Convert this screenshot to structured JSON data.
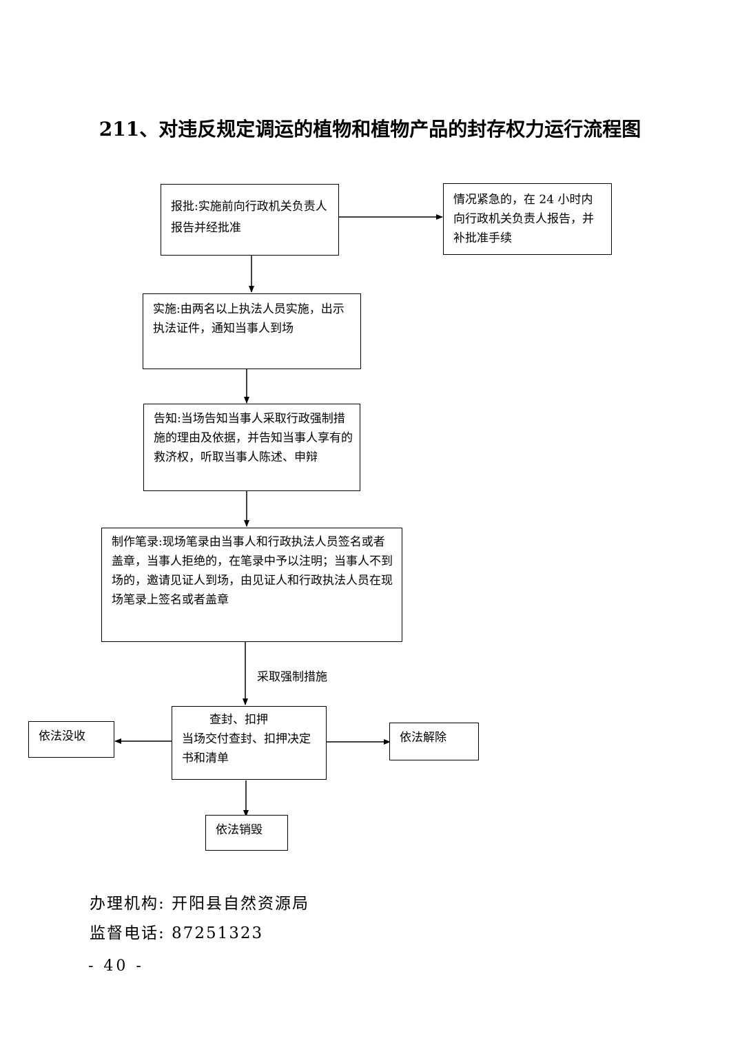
{
  "title": "211、对违反规定调运的植物和植物产品的封存权力运行流程图",
  "nodes": {
    "approve": "报批:实施前向行政机关负责人报告并经批准",
    "emergency": "情况紧急的，在 24 小时内向行政机关负责人报告，并补批准手续",
    "implement": "实施:由两名以上执法人员实施，出示执法证件，通知当事人到场",
    "notify": "告知:当场告知当事人采取行政强制措施的理由及依据，并告知当事人享有的救济权，听取当事人陈述、申辩",
    "record": "制作笔录:现场笔录由当事人和行政执法人员签名或者盖章，当事人拒绝的，在笔录中予以注明；当事人不到场的，邀请见证人到场，由见证人和行政执法人员在现场笔录上签名或者盖章",
    "seize_title": "查封、扣押",
    "seize_body": "当场交付查封、扣押决定书和清单",
    "confiscate": "依法没收",
    "release": "依法解除",
    "destroy": "依法销毁"
  },
  "edge_labels": {
    "take_measures": "采取强制措施"
  },
  "footer": {
    "agency": "办理机构: 开阳县自然资源局",
    "phone": "监督电话: 87251323"
  },
  "page_number": "- 40 -"
}
